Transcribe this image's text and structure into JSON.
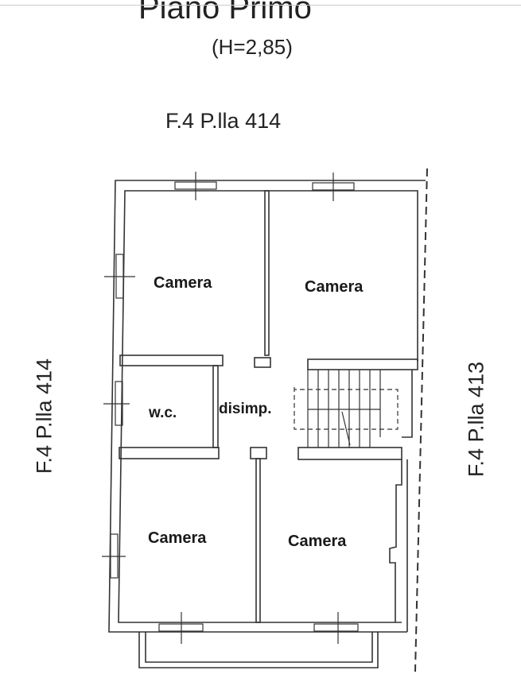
{
  "header": {
    "title": "Piano Primo",
    "height_note": "(H=2,85)"
  },
  "boundaries": {
    "top": "F.4 P.lla 414",
    "left": "F.4 P.lla 414",
    "right": "F.4 P.lla 413"
  },
  "rooms": [
    {
      "label": "Camera"
    },
    {
      "label": "Camera"
    },
    {
      "label": "w.c."
    },
    {
      "label": "disimp."
    },
    {
      "label": "Camera"
    },
    {
      "label": "Camera"
    }
  ]
}
